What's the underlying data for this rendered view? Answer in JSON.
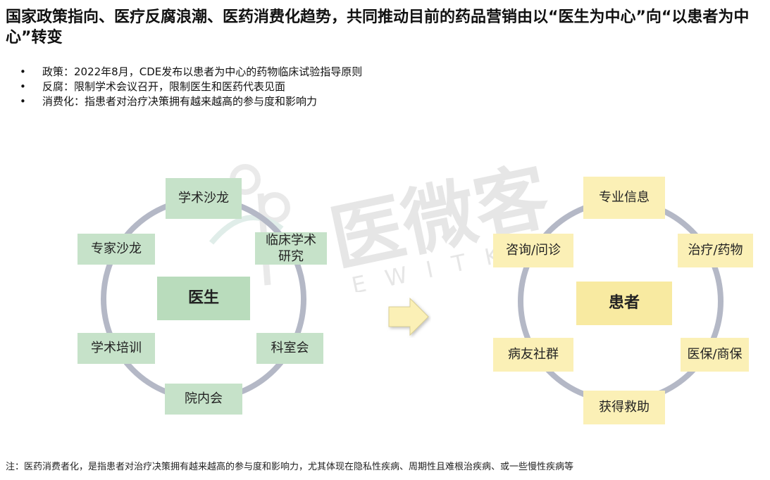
{
  "title": "国家政策指向、医疗反腐浪潮、医药消费化趋势，共同推动目前的药品营销由以“医生为中心”向“以患者为中心”转变",
  "bullets": [
    "政策：2022年8月，CDE发布以患者为中心的药物临床试验指导原则",
    "反腐：限制学术会议召开，限制医生和医药代表见面",
    "消费化：指患者对治疗决策拥有越来越高的参与度和影响力"
  ],
  "left_diagram": {
    "center": "医生",
    "nodes": {
      "top": "学术沙龙",
      "upper_right_line1": "临床学术",
      "upper_right_line2": "研究",
      "upper_left": "专家沙龙",
      "lower_left": "学术培训",
      "lower_right": "科室会",
      "bottom": "院内会"
    }
  },
  "right_diagram": {
    "center": "患者",
    "nodes": {
      "top": "专业信息",
      "upper_left": "咨询/问诊",
      "upper_right": "治疗/药物",
      "lower_left": "病友社群",
      "lower_right": "医保/商保",
      "bottom": "获得救助"
    }
  },
  "watermark": {
    "text": "医微客",
    "subtext": "EWITKR"
  },
  "footnote": "注：医药消费者化，是指患者对治疗决策拥有越来越高的参与度和影响力，尤其体现在隐私性疾病、周期性且难根治疾病、或一些慢性疾病等",
  "colors": {
    "green": "#c6e2c9",
    "yellow": "#fbf0b6",
    "ring": "#b4b8c6",
    "arrow_fill": "#fbf0b6"
  }
}
